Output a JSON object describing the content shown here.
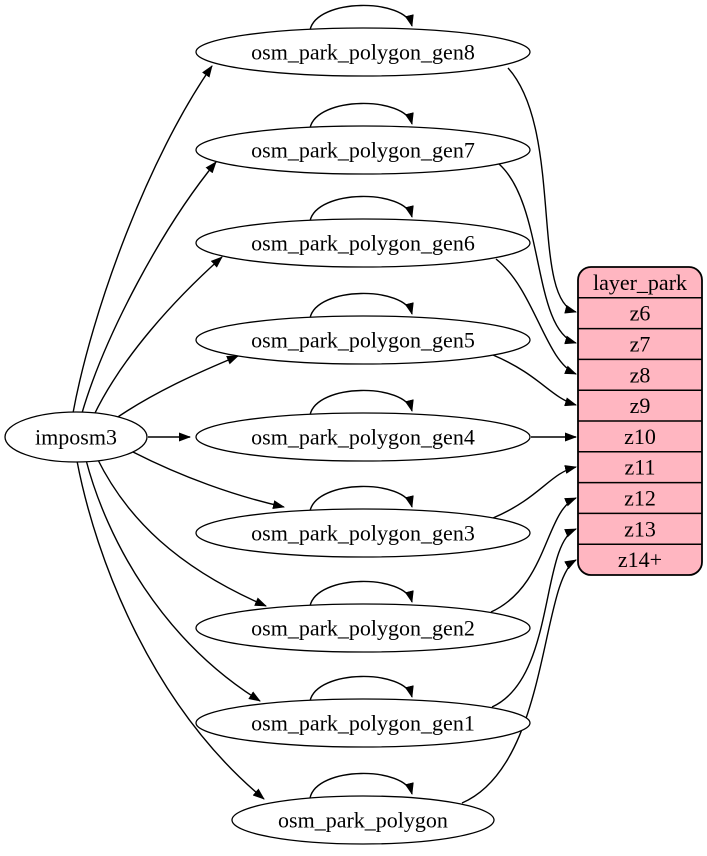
{
  "source_node": {
    "label": "imposm3"
  },
  "generalized_tables": [
    {
      "label": "osm_park_polygon_gen8",
      "from": "imposm3",
      "self_loop": true,
      "zoom_row": "z6"
    },
    {
      "label": "osm_park_polygon_gen7",
      "from": "imposm3",
      "self_loop": true,
      "zoom_row": "z7"
    },
    {
      "label": "osm_park_polygon_gen6",
      "from": "imposm3",
      "self_loop": true,
      "zoom_row": "z8"
    },
    {
      "label": "osm_park_polygon_gen5",
      "from": "imposm3",
      "self_loop": true,
      "zoom_row": "z9"
    },
    {
      "label": "osm_park_polygon_gen4",
      "from": "imposm3",
      "self_loop": true,
      "zoom_row": "z10"
    },
    {
      "label": "osm_park_polygon_gen3",
      "from": "imposm3",
      "self_loop": true,
      "zoom_row": "z11"
    },
    {
      "label": "osm_park_polygon_gen2",
      "from": "imposm3",
      "self_loop": true,
      "zoom_row": "z12"
    },
    {
      "label": "osm_park_polygon_gen1",
      "from": "imposm3",
      "self_loop": true,
      "zoom_row": "z13"
    },
    {
      "label": "osm_park_polygon",
      "from": "imposm3",
      "self_loop": true,
      "zoom_row": "z14+"
    }
  ],
  "layer_table": {
    "title": "layer_park",
    "rows": [
      "z6",
      "z7",
      "z8",
      "z9",
      "z10",
      "z11",
      "z12",
      "z13",
      "z14+"
    ]
  },
  "colors": {
    "background": "#ffffff",
    "node_fill": "#ffffff",
    "node_stroke": "#000000",
    "edge": "#000000",
    "table_fill": "#ffb6c1",
    "table_stroke": "#000000"
  }
}
